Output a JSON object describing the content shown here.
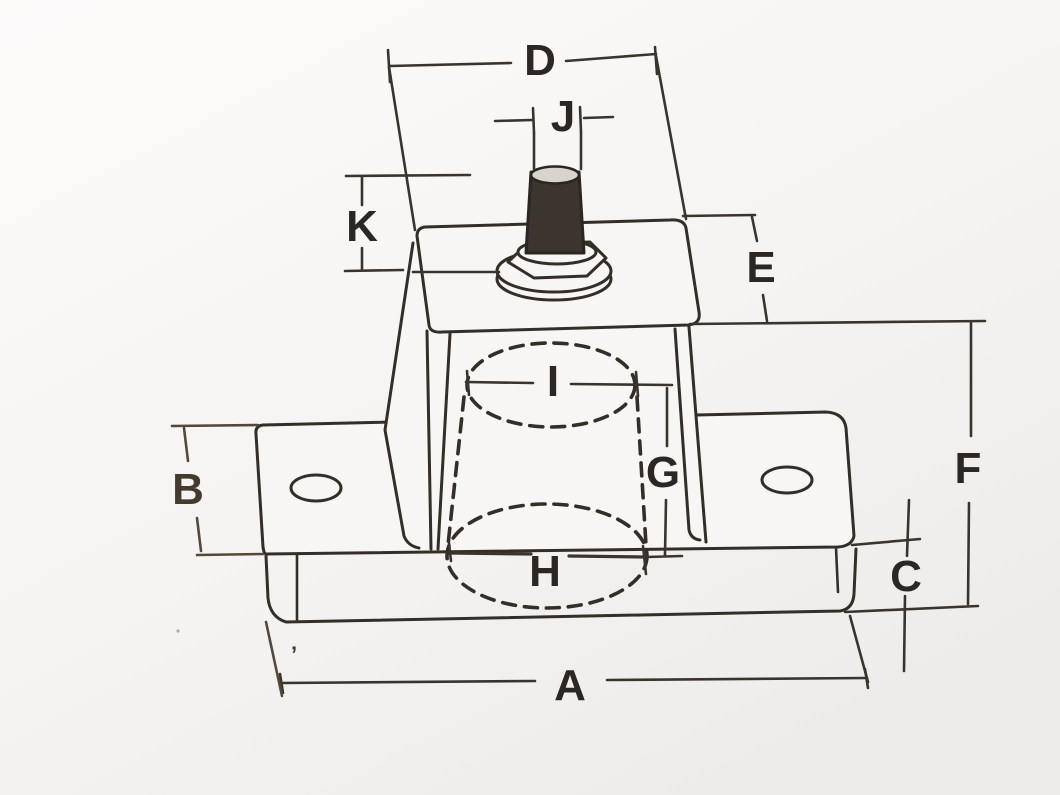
{
  "drawing": {
    "kind": "dimensioned isometric technical drawing",
    "dimension_labels": {
      "A": "A",
      "B": "B",
      "C": "C",
      "D": "D",
      "E": "E",
      "F": "F",
      "G": "G",
      "H": "H",
      "I": "I",
      "J": "J",
      "K": "K"
    },
    "specks": {
      "apostrophe": "’"
    }
  },
  "colors": {
    "ink": "#342e27",
    "ink_dim": "#3a342c",
    "ink_brown": "#55483a",
    "paper_top": "#fcfbfa",
    "paper_bottom": "#efedea",
    "shape_fill": "#f8f6f4",
    "stud_fill": "#3b352e",
    "stud_top_fill": "#d8d4cc"
  }
}
